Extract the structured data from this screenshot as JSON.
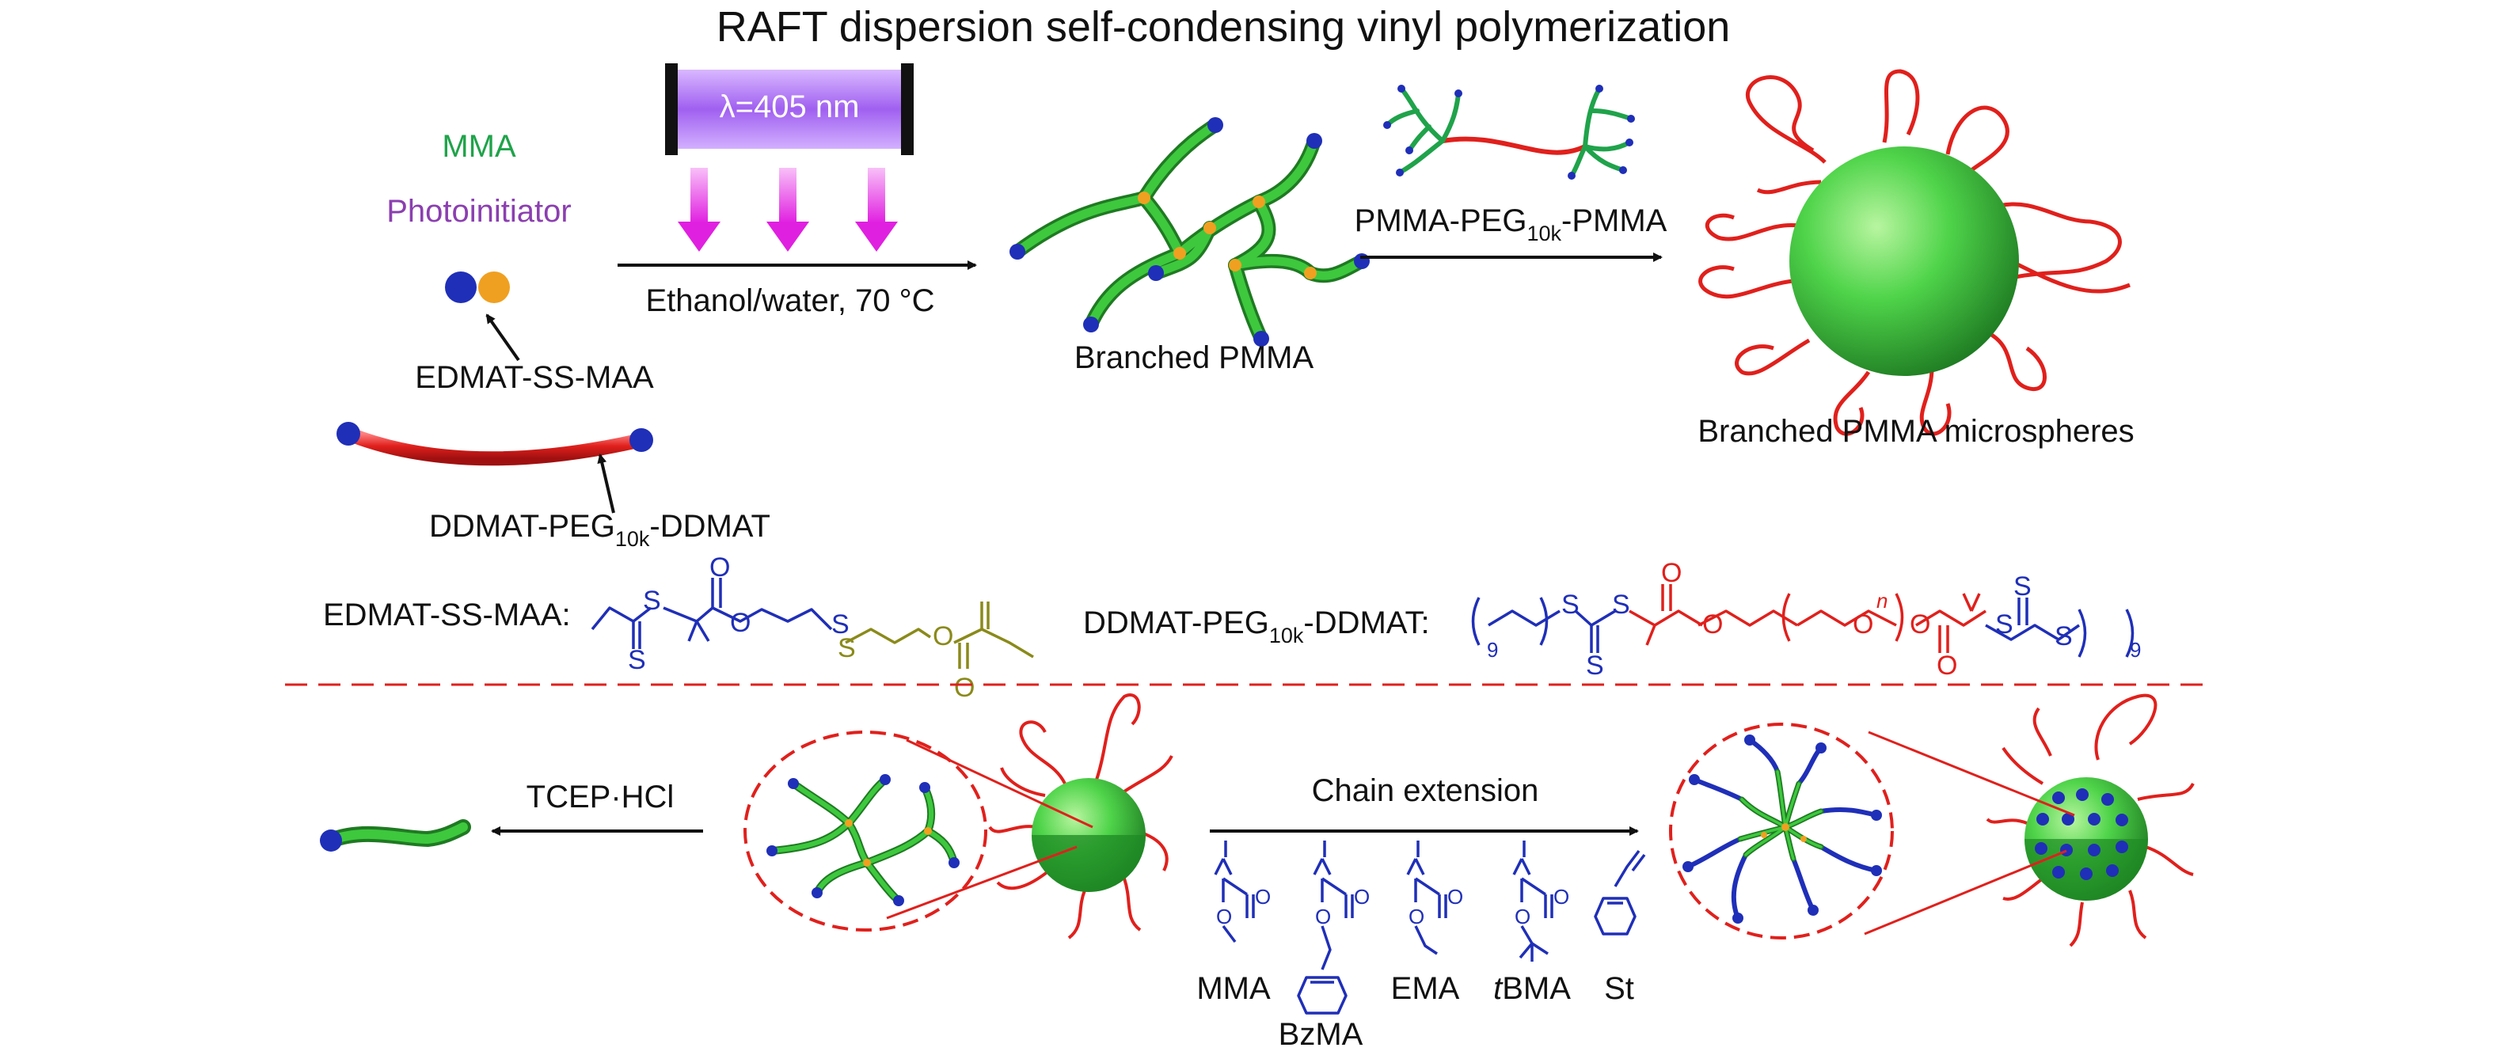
{
  "title": "RAFT dispersion self-condensing vinyl polymerization",
  "colors": {
    "mma_green": "#1fa34a",
    "photoinitiator_purple": "#8b3fb0",
    "raft_blue": "#1f2fb8",
    "peg_red": "#e0201c",
    "olive": "#8a8a1a",
    "node_orange": "#f0a020",
    "sphere_green": "#3ec83e",
    "light_purple": "#b07ee6",
    "arrow_magenta": "#e020e0"
  },
  "top": {
    "mma_label": "MMA",
    "photoinitiator_label": "Photoinitiator",
    "lamp_label": "λ=405 nm",
    "solvent_label": "Ethanol/water, 70 °C",
    "edmat_label": "EDMAT-SS-MAA",
    "ddmat_pre": "DDMAT-PEG",
    "ddmat_sub": "10k",
    "ddmat_post": "-DDMAT",
    "branched_label": "Branched PMMA",
    "pmma_peg_pre": "PMMA-PEG",
    "pmma_peg_sub": "10k",
    "pmma_peg_post": "-PMMA",
    "microspheres_label": "Branched PMMA microspheres"
  },
  "structures": {
    "edmat_label": "EDMAT-SS-MAA:",
    "ddmat_pre": "DDMAT-PEG",
    "ddmat_sub": "10k",
    "ddmat_post": "-DDMAT:",
    "atom_S": "S",
    "atom_O": "O",
    "sub_9": "9",
    "sub_n": "n"
  },
  "bottom": {
    "tcep_label": "TCEP·HCl",
    "chain_extension_label": "Chain extension",
    "monomers": [
      "MMA",
      "BzMA",
      "EMA",
      "tBMA",
      "St"
    ],
    "tbma_italic": "t",
    "tbma_rest": "BMA"
  }
}
